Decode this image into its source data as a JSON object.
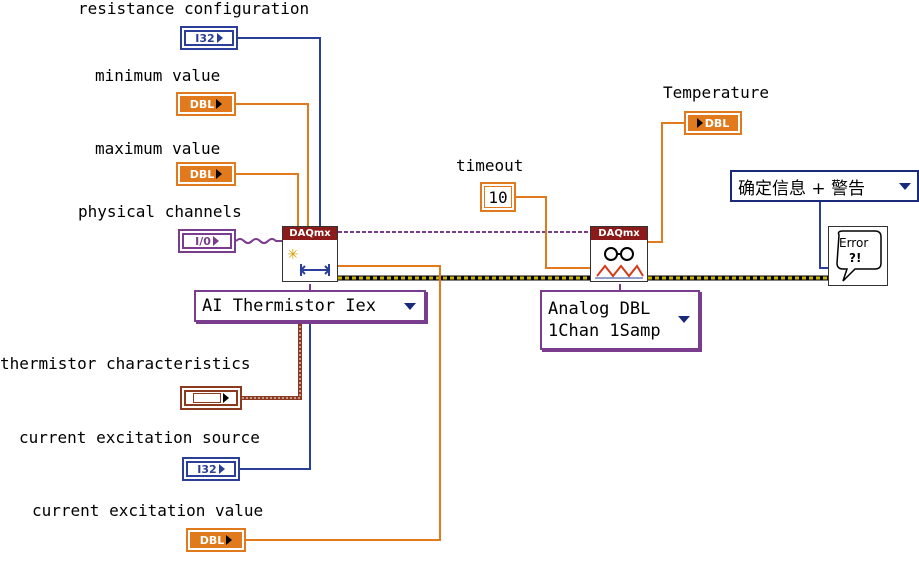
{
  "labels": {
    "resistance_configuration": "resistance configuration",
    "minimum_value": "minimum value",
    "maximum_value": "maximum value",
    "physical_channels": "physical channels",
    "thermistor_characteristics": "thermistor characteristics",
    "current_excitation_source": "current excitation source",
    "current_excitation_value": "current excitation value",
    "timeout": "timeout",
    "temperature": "Temperature"
  },
  "terminals": {
    "resistance_configuration": "I32",
    "minimum_value": "DBL",
    "maximum_value": "DBL",
    "physical_channels": "I/0",
    "thermistor_characteristics": "",
    "current_excitation_source": "I32",
    "current_excitation_value": "DBL",
    "temperature": "DBL"
  },
  "constants": {
    "timeout_value": "10"
  },
  "vis": {
    "create_channel_header": "DAQmx",
    "read_header": "DAQmx"
  },
  "rings": {
    "create_channel_type": "AI Thermistor Iex",
    "read_type_line1": "Analog DBL",
    "read_type_line2": "1Chan 1Samp",
    "error_handler_option": "确定信息 + 警告"
  },
  "error_handler": {
    "icon_text_line1": "Error",
    "icon_text_line2": "?!"
  },
  "colors": {
    "int_wire": "#2b3f99",
    "dbl_wire": "#e07a1c",
    "io_wire": "#7a3c8c",
    "error_wire": "#b5a800",
    "cluster_wire": "#8b3a1f"
  }
}
